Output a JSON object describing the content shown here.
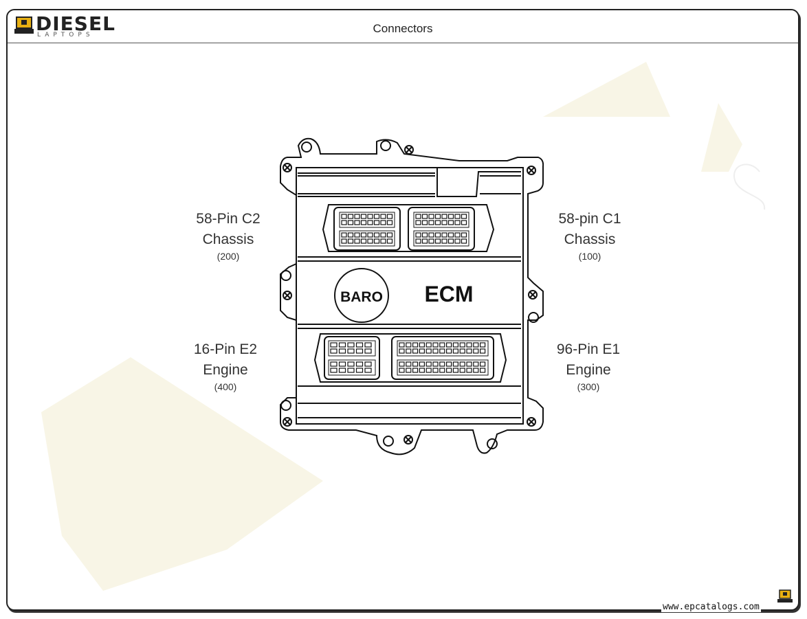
{
  "header": {
    "logo_text": "DIESEL",
    "logo_sub": "LAPTOPS",
    "title": "Connectors"
  },
  "ecm": {
    "baro_label": "BARO",
    "ecm_label": "ECM"
  },
  "connectors": [
    {
      "name": "58-Pin C2",
      "type": "Chassis",
      "code": "(200)"
    },
    {
      "name": "58-pin C1",
      "type": "Chassis",
      "code": "(100)"
    },
    {
      "name": "16-Pin E2",
      "type": "Engine",
      "code": "(400)"
    },
    {
      "name": "96-Pin E1",
      "type": "Engine",
      "code": "(300)"
    }
  ],
  "footer": {
    "url": "www.epcatalogs.com"
  },
  "colors": {
    "border": "#222222",
    "watermark": "#f7f4e4",
    "logo_yellow": "#e8b012"
  }
}
